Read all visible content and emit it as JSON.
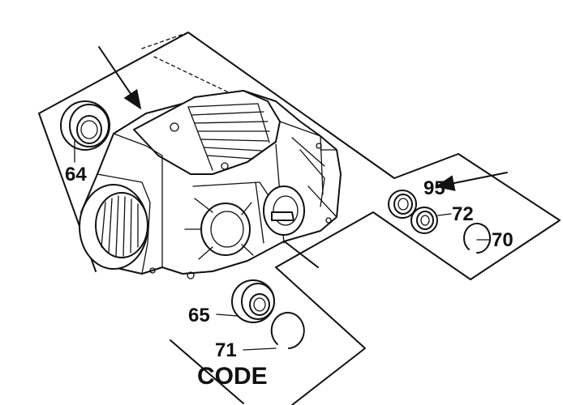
{
  "diagram": {
    "callouts": {
      "p64": "64",
      "p95": "95",
      "p72": "72",
      "p70": "70",
      "p65": "65",
      "p71": "71"
    },
    "footer_text": "CODE"
  }
}
